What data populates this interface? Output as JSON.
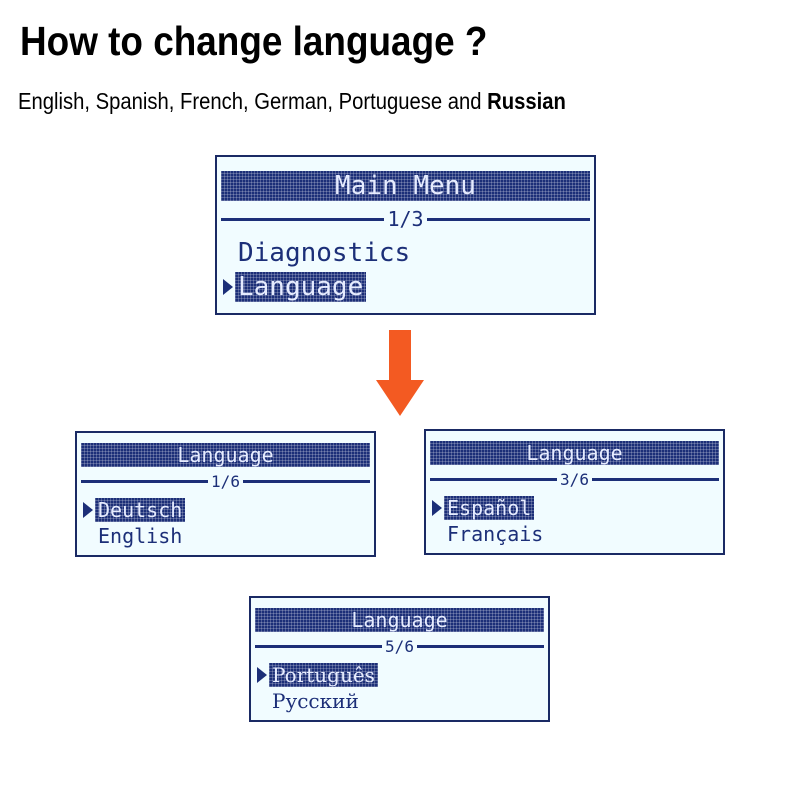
{
  "page": {
    "title": "How to change language ?",
    "subtitle_plain": "English, Spanish, French, German, Portuguese and ",
    "subtitle_bold": "Russian"
  },
  "colors": {
    "lcd_background": "#f1fcff",
    "lcd_ink": "#1c2f78",
    "arrow": "#f35a22"
  },
  "screens": {
    "main_menu": {
      "header": "Main Menu",
      "page": "1/3",
      "items": [
        {
          "label": "Diagnostics",
          "selected": false
        },
        {
          "label": "Language",
          "selected": true
        }
      ]
    },
    "language_1": {
      "header": "Language",
      "page": "1/6",
      "items": [
        {
          "label": "Deutsch",
          "selected": true
        },
        {
          "label": "English",
          "selected": false
        }
      ]
    },
    "language_3": {
      "header": "Language",
      "page": "3/6",
      "items": [
        {
          "label": "Español",
          "selected": true
        },
        {
          "label": "Français",
          "selected": false
        }
      ]
    },
    "language_5": {
      "header": "Language",
      "page": "5/6",
      "items": [
        {
          "label": "Português",
          "selected": true
        },
        {
          "label": "Русский",
          "selected": false
        }
      ]
    }
  },
  "icons": {
    "cursor": "triangle-right-icon",
    "flow_arrow": "arrow-down-icon"
  }
}
